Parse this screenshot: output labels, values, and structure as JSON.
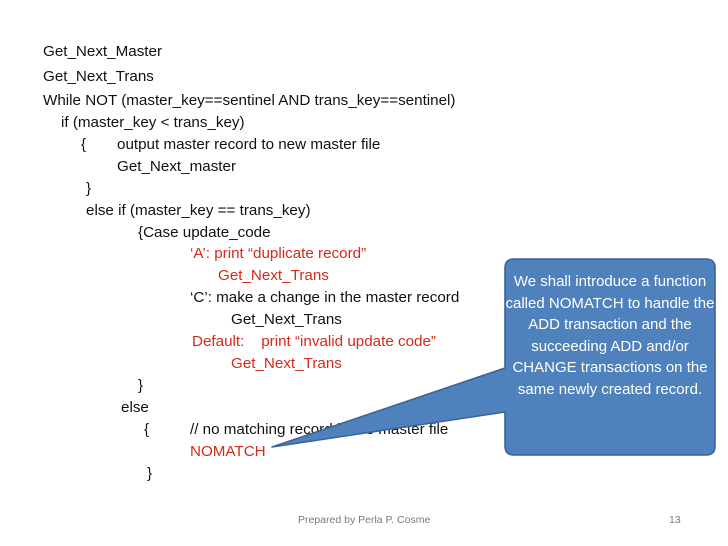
{
  "code": [
    "Get_Next_Master",
    "Get_Next_Trans",
    "While NOT (master_key==sentinel AND trans_key==sentinel)",
    "if (master_key < trans_key)",
    "{",
    "output master record to new master file",
    "Get_Next_master",
    "}",
    "else if (master_key == trans_key)",
    "{Case update_code",
    "‘A’: print “duplicate record”",
    "Get_Next_Trans",
    "‘C’: make a change in the master record",
    "Get_Next_Trans",
    "Default:    print “invalid update code”",
    "Get_Next_Trans",
    "}",
    "else",
    "{",
    "// no matching record in the master file",
    "NOMATCH",
    "}"
  ],
  "callout": {
    "text": "We shall introduce a function called NOMATCH to handle the ADD transaction and the succeeding ADD and/or CHANGE transactions on the same newly created record."
  },
  "footer": {
    "credit": "Prepared by Perla P. Cosme",
    "page_number": "13"
  },
  "colors": {
    "code_text": "#111111",
    "highlight_red": "#d32a1c",
    "callout_fill": "#4f81bd",
    "callout_border": "#3a6496",
    "footer_text": "#7a7a7a"
  }
}
